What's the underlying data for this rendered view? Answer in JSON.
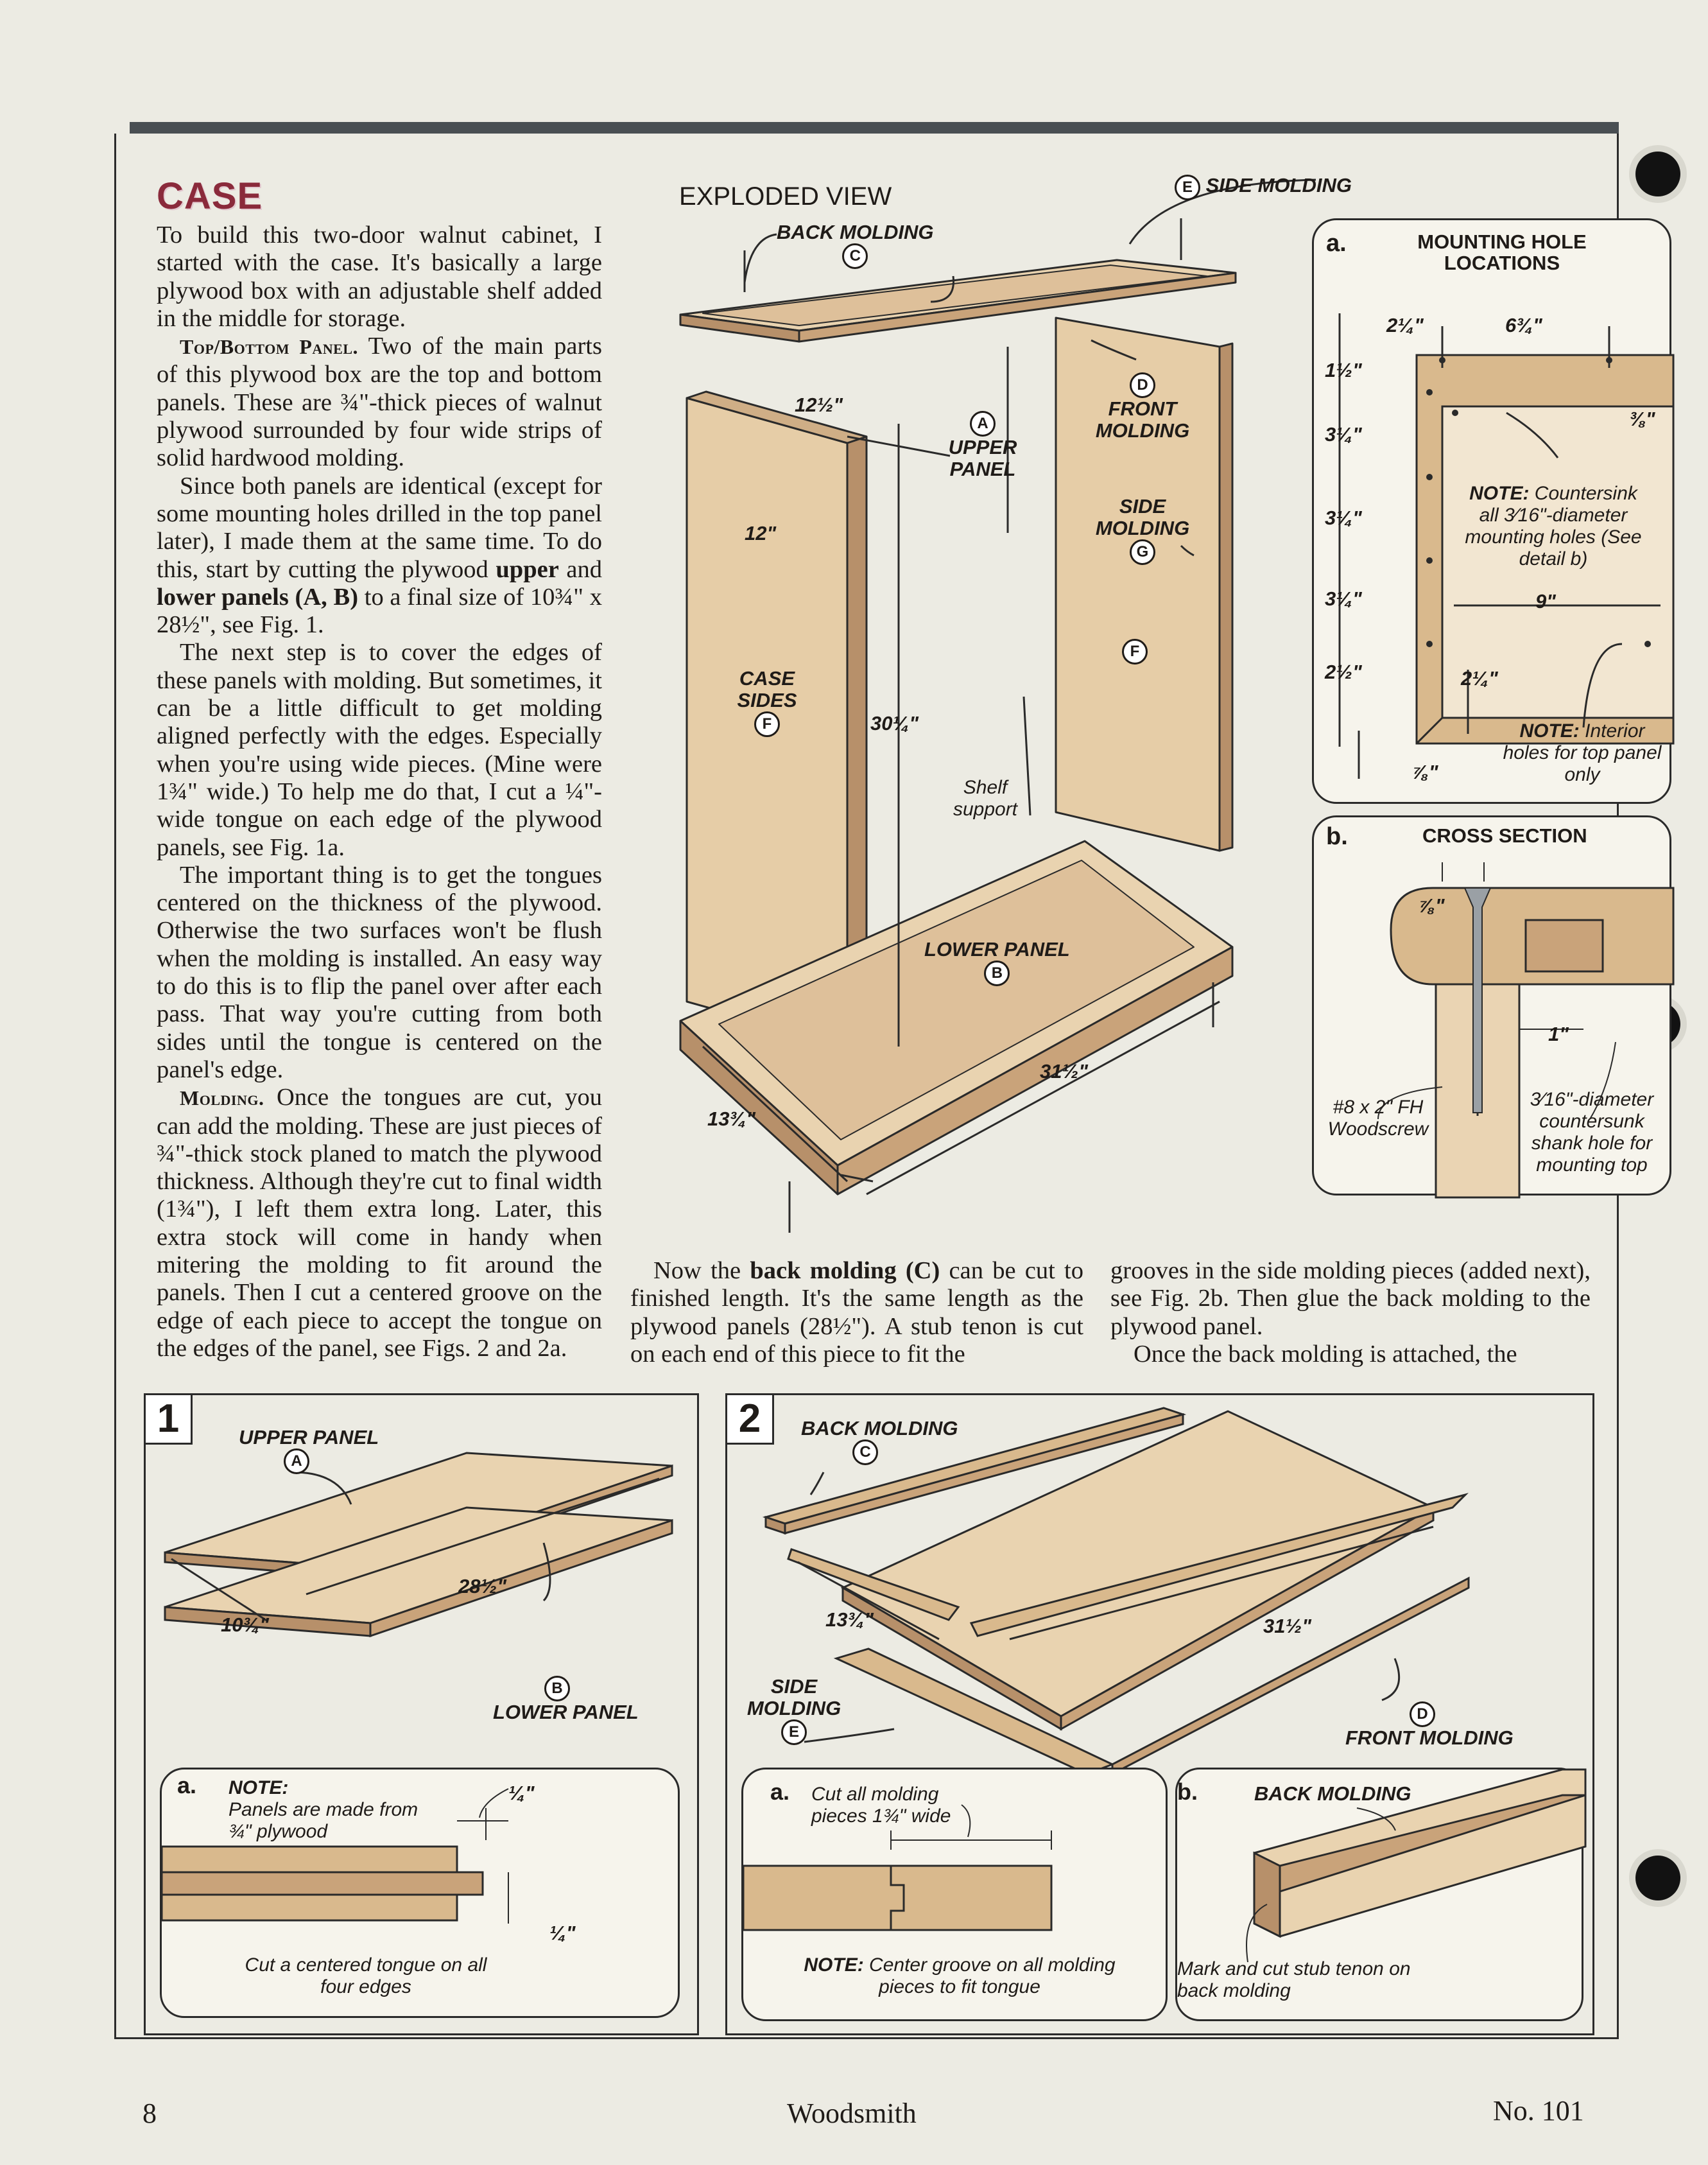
{
  "article": {
    "heading": "CASE",
    "p1": "To build this two-door walnut cabinet, I started with the case. It's basically a large plywood box with an adjustable shelf added in the middle for storage.",
    "p2_lead": "Top/Bottom Panel.",
    "p2_text": " Two of the main parts of this plywood box are the top and bottom panels. These are ¾\"-thick pieces of walnut plywood surrounded by four wide strips of solid hardwood molding.",
    "p3_a": "Since both panels are identical (except for some mounting holes drilled in the top panel later), I made them at the same time. To do this, start by cutting the plywood ",
    "p3_bold": "upper",
    "p3_b": " and ",
    "p3_bold2": "lower panels (A, B)",
    "p3_c": " to a final size of 10¾\" x 28½\", see Fig. 1.",
    "p4": "The next step is to cover the edges of these panels with molding. But sometimes, it can be a little difficult to get molding aligned perfectly with the edges. Especially when you're using wide pieces. (Mine were 1¾\" wide.) To help me do that, I cut a ¼\"-wide tongue on each edge of the plywood panels, see Fig. 1a.",
    "p5": "The important thing is to get the tongues centered on the thickness of the plywood. Otherwise the two surfaces won't be flush when the molding is installed. An easy way to do this is to flip the panel over after each pass. That way you're cutting from both sides until the tongue is centered on the panel's edge.",
    "p6_lead": "Molding.",
    "p6_text": " Once the tongues are cut, you can add the molding. These are just pieces of ¾\"-thick stock planed to match the plywood thickness. Although they're cut to final width (1¾\"), I left them extra long. Later, this extra stock will come in handy when mitering the molding to fit around the panels. Then I cut a centered groove on the edge of each piece to accept the tongue on the edges of the panel, see Figs. 2 and 2a.",
    "p7_a": "Now the ",
    "p7_bold": "back molding (C)",
    "p7_b": " can be cut to finished length. It's the same length as the plywood panels (28½\"). A stub tenon is cut on each end of this piece to fit the",
    "p8": "grooves in the side molding pieces (added next), see Fig. 2b. Then glue the back molding to the plywood panel.",
    "p9": "Once the back molding is attached, the"
  },
  "exploded": {
    "title": "EXPLODED VIEW",
    "side_molding_top": "SIDE MOLDING",
    "side_molding_top_letter": "E",
    "back_molding": "BACK MOLDING",
    "back_molding_letter": "C",
    "front_molding": "FRONT MOLDING",
    "front_molding_letter": "D",
    "upper_panel": "UPPER PANEL",
    "upper_panel_letter": "A",
    "side_molding_mid": "SIDE MOLDING",
    "side_molding_mid_letter": "G",
    "case_sides": "CASE SIDES",
    "case_sides_letter": "F",
    "f_letter": "F",
    "shelf_support": "Shelf support",
    "lower_panel": "LOWER PANEL",
    "lower_panel_letter": "B",
    "dim_12_5": "12½\"",
    "dim_12": "12\"",
    "dim_30_25": "30¼\"",
    "dim_31_5": "31½\"",
    "dim_13_75": "13¾\""
  },
  "detail_a": {
    "letter": "a.",
    "title": "MOUNTING HOLE LOCATIONS",
    "d_2_25_top": "2¼\"",
    "d_6_75": "6¾\"",
    "d_1_5": "1½\"",
    "d_3_8": "⅜\"",
    "d_3_25_1": "3¼\"",
    "d_3_25_2": "3¼\"",
    "d_3_25_3": "3¼\"",
    "d_2_5": "2½\"",
    "d_9": "9\"",
    "d_2_25_bottom": "2¼\"",
    "d_7_8": "⅞\"",
    "note1_lead": "NOTE:",
    "note1": "Countersink all 3⁄16\"-diameter mounting holes (See detail b)",
    "note2_lead": "NOTE:",
    "note2": "Interior holes for top panel only"
  },
  "detail_b": {
    "letter": "b.",
    "title": "CROSS SECTION",
    "d_7_8": "⅞\"",
    "d_1": "1\"",
    "screw": "#8 x 2\" FH Woodscrew",
    "hole": "3⁄16\"-diameter countersunk shank hole for mounting top"
  },
  "fig1": {
    "number": "1",
    "upper_panel": "UPPER PANEL",
    "upper_letter": "A",
    "lower_panel": "LOWER PANEL",
    "lower_letter": "B",
    "d_28_5": "28½\"",
    "d_10_75": "10¾\"",
    "inset_letter": "a.",
    "note_lead": "NOTE:",
    "note": "Panels are made from ¾\" plywood",
    "d_quarter_top": "¼\"",
    "d_quarter_side": "¼\"",
    "caption": "Cut a centered tongue on all four edges"
  },
  "fig2": {
    "number": "2",
    "back_molding": "BACK MOLDING",
    "back_letter": "C",
    "side_molding": "SIDE MOLDING",
    "side_letter": "E",
    "front_molding": "FRONT MOLDING",
    "front_letter": "D",
    "d_13_75": "13¾\"",
    "d_31_5": "31½\"",
    "inset_a_letter": "a.",
    "inset_a_top": "Cut all molding pieces 1¾\" wide",
    "inset_a_note_lead": "NOTE:",
    "inset_a_note": "Center groove on all molding pieces to fit tongue",
    "inset_b_letter": "b.",
    "inset_b_title": "BACK MOLDING",
    "inset_b_caption": "Mark and cut stub tenon on back molding"
  },
  "footer": {
    "page": "8",
    "magazine": "Woodsmith",
    "issue": "No. 101"
  },
  "colors": {
    "heading": "#8a2a3b",
    "wood": "#d9b98d",
    "wood_light": "#ead4b3",
    "wood_dark": "#b7906a",
    "rule": "#4a4f53"
  }
}
